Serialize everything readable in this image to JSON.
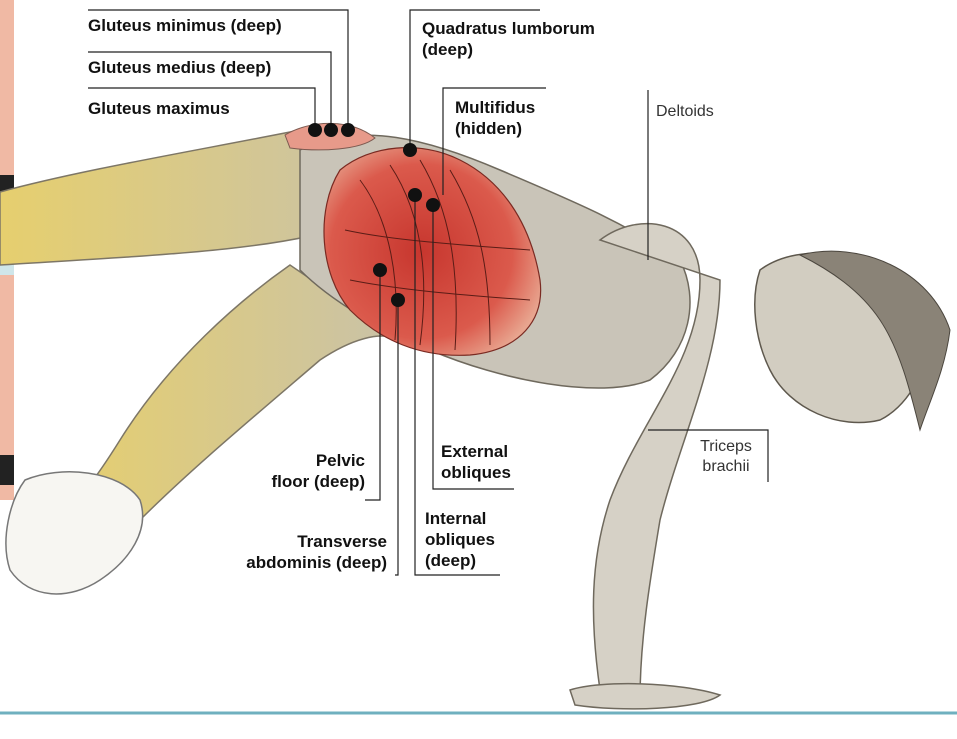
{
  "labels": {
    "gluteus_minimus": "Gluteus minimus (deep)",
    "gluteus_medius": "Gluteus medius (deep)",
    "gluteus_maximus": "Gluteus maximus",
    "quadratus_lumborum": [
      "Quadratus lumborum",
      "(deep)"
    ],
    "multifidus": [
      "Multifidus",
      "(hidden)"
    ],
    "deltoids": "Deltoids",
    "pelvic_floor": [
      "Pelvic",
      "floor (deep)"
    ],
    "external_obliques": [
      "External",
      "obliques"
    ],
    "triceps_brachii": [
      "Triceps",
      "brachii"
    ],
    "transverse_abdominis": [
      "Transverse",
      "abdominis (deep)"
    ],
    "internal_obliques": [
      "Internal",
      "obliques",
      "(deep)"
    ]
  },
  "colors": {
    "active_muscle": "#d8433a",
    "leg_tint": "#d9c26a",
    "body_grey": "#bdb8ad",
    "leader_line": "#222222",
    "marker": "#111111",
    "floor_line": "#6fb0bf"
  }
}
